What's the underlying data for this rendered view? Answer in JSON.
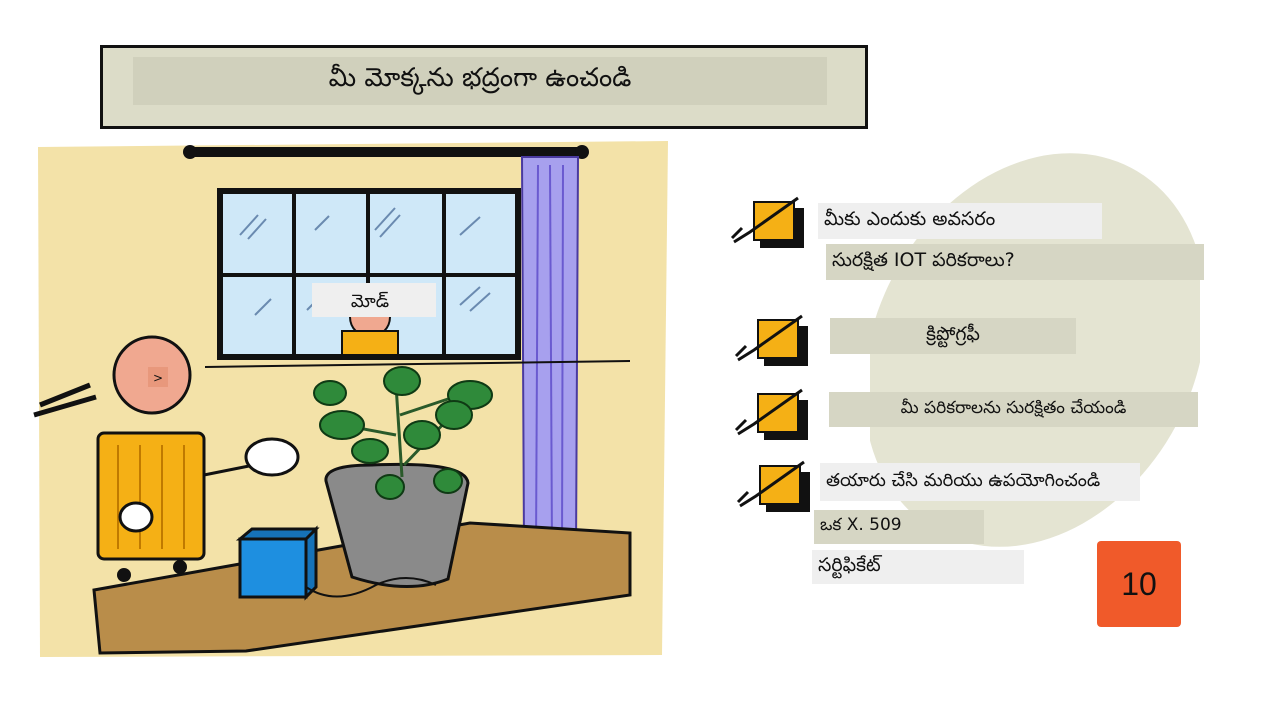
{
  "title": "మీ మోక్కను భద్రంగా ఉంచండి",
  "illustration": {
    "window_label": "మోడ్",
    "monitor_label": ">",
    "icons": [
      "curtain-rod-icon",
      "window-icon",
      "person-icon",
      "plant-icon",
      "device-box-icon"
    ]
  },
  "checklist": {
    "items": [
      {
        "line1": "మీకు ఎందుకు అవసరం",
        "line2": "సురక్షిత IOT పరికరాలు?"
      },
      {
        "line1": "క్రిప్టోగ్రఫీ"
      },
      {
        "line1": "మీ పరికరాలను సురక్షితం చేయండి"
      },
      {
        "line1": "తయారు చేసి మరియు ఉపయోగించండి",
        "line2": "ఒక X. 509",
        "line3": "సర్టిఫికేట్"
      }
    ],
    "icon": "checkbox-check-icon"
  },
  "page_number": "10",
  "colors": {
    "accent": "#f5b015",
    "badge": "#f05a2a",
    "banner": "#dcdcc8",
    "oval": "#e4e4d2",
    "label_bg": "#d6d6c4",
    "label_bg_light": "#efefef"
  }
}
